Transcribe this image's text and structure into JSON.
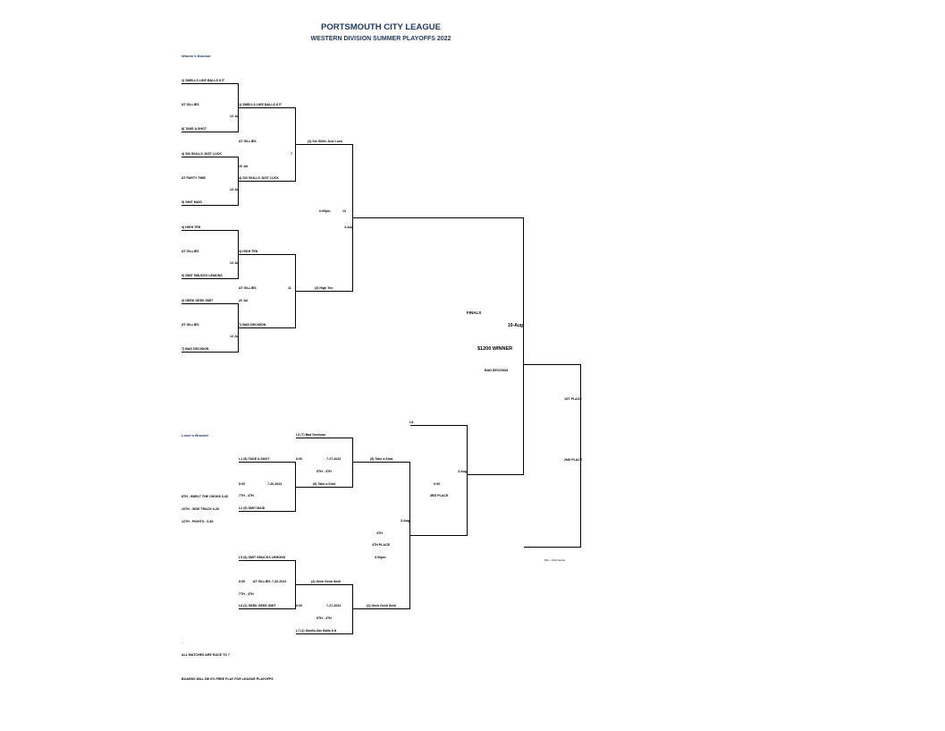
{
  "header": {
    "title": "PORTSMOUTH CITY LEAGUE",
    "subtitle": "WESTERN DIVISION SUMMER PLAYOFFS  2022"
  },
  "winners_bracket": {
    "label": "Winner's Bracket",
    "round1": [
      {
        "top": "1) SMELLS LIKE BALLS 8 IT",
        "venue": "AT GILLIES",
        "time": "13 Jul",
        "bottom": "8) TAKE A SHOT"
      },
      {
        "top": "4) SIX SKILLS JUST LUCK",
        "venue": "AT PARTY TIME",
        "time": "13 Jul",
        "bottom": "5) SMIT MAID"
      },
      {
        "top": "3) HIGH TEN",
        "venue": "AT GILLIES",
        "time": "13 Jul",
        "bottom": "6) SMIT SMUCKS LEMONS"
      },
      {
        "top": "2) GEEK GEEK SMIT",
        "venue": "AT GILLIES",
        "time": "13 Jul",
        "bottom": "7) BAD DECISION"
      }
    ],
    "round2": [
      {
        "top": "1) SMELLS LIKE BALLS 8 IT",
        "venue": "AT GILLIES",
        "time": "20 Jul",
        "bottom": "4) SIX SKILLS JUST LUCK",
        "score": "7"
      },
      {
        "top": "3) HIGH TEN",
        "venue": "AT GILLIES",
        "time": "20 Jul",
        "bottom": "7) BAD DECISION",
        "score": "11"
      }
    ],
    "semifinal": {
      "top": "(4) Six Skills Just Luck",
      "time": "6:00pm",
      "score": "13",
      "date": "3-Aug",
      "bottom": "(3) High Ten"
    }
  },
  "finals": {
    "label": "FINALS",
    "date": "10-Aug",
    "prize": "$1200 WINNER",
    "winner_name": "BAD DECISION",
    "first_place": "1ST PLACE",
    "second_place": "2ND PLACE",
    "footnote": "N/A – First Game"
  },
  "losers_bracket": {
    "label": "Loser's Bracket",
    "standings": [
      "8TH - SMELT THE CHOKE 6-66",
      "10TH - SIDE TRACK 6-20",
      "12TH - FIGHTS - 6-66"
    ],
    "top": {
      "entry_a": "L1 (8) TAKE A SHOT",
      "a_info": "6:00",
      "a_date": "7-20-2022",
      "entry_b": "L2 (5) SMIT MAID",
      "b_info": "7TH - 4TH",
      "entry_c": "L3 (7) Bad Decision",
      "c_info": "6:00",
      "c_date": "7-27-2022",
      "c_place": "5TH - 4TH",
      "winner_ab": "(8) Take a Shot",
      "winner_c": "(8) Take a Shot"
    },
    "bottom": {
      "entry_a": "L5 (6) SMIT SMUCKS LEMONS",
      "a_info": "6:00",
      "a_venue": "AT GILLIES",
      "a_date": "7-20-2022",
      "entry_b": "L6 (2) GEEK GEEK SMIT",
      "b_info": "7TH - 4TH",
      "entry_c": "L7 (1) Smells like Balls 8 It",
      "c_info": "6:00",
      "c_date": "7-27-2022",
      "c_place": "5TH - 4TH",
      "winner_ab": "(2) Geek Geek Smit",
      "winner_c": "(2) Geek Geek Smit"
    },
    "final": {
      "entry_l3": "L8",
      "date": "3-Aug",
      "info": "6:00",
      "place": "3RD PLACE",
      "fourth_info": "4TH",
      "fourth_place": "4TH PLACE",
      "fourth_time": "6:00pm"
    }
  },
  "notes": {
    "mark": "-",
    "line1": "ALL MATCHES ARE RACE TO 7",
    "line2": "BOARDS WILL BE 6% FREE PLAY FOR LEAGUE PLAYOFFS"
  }
}
